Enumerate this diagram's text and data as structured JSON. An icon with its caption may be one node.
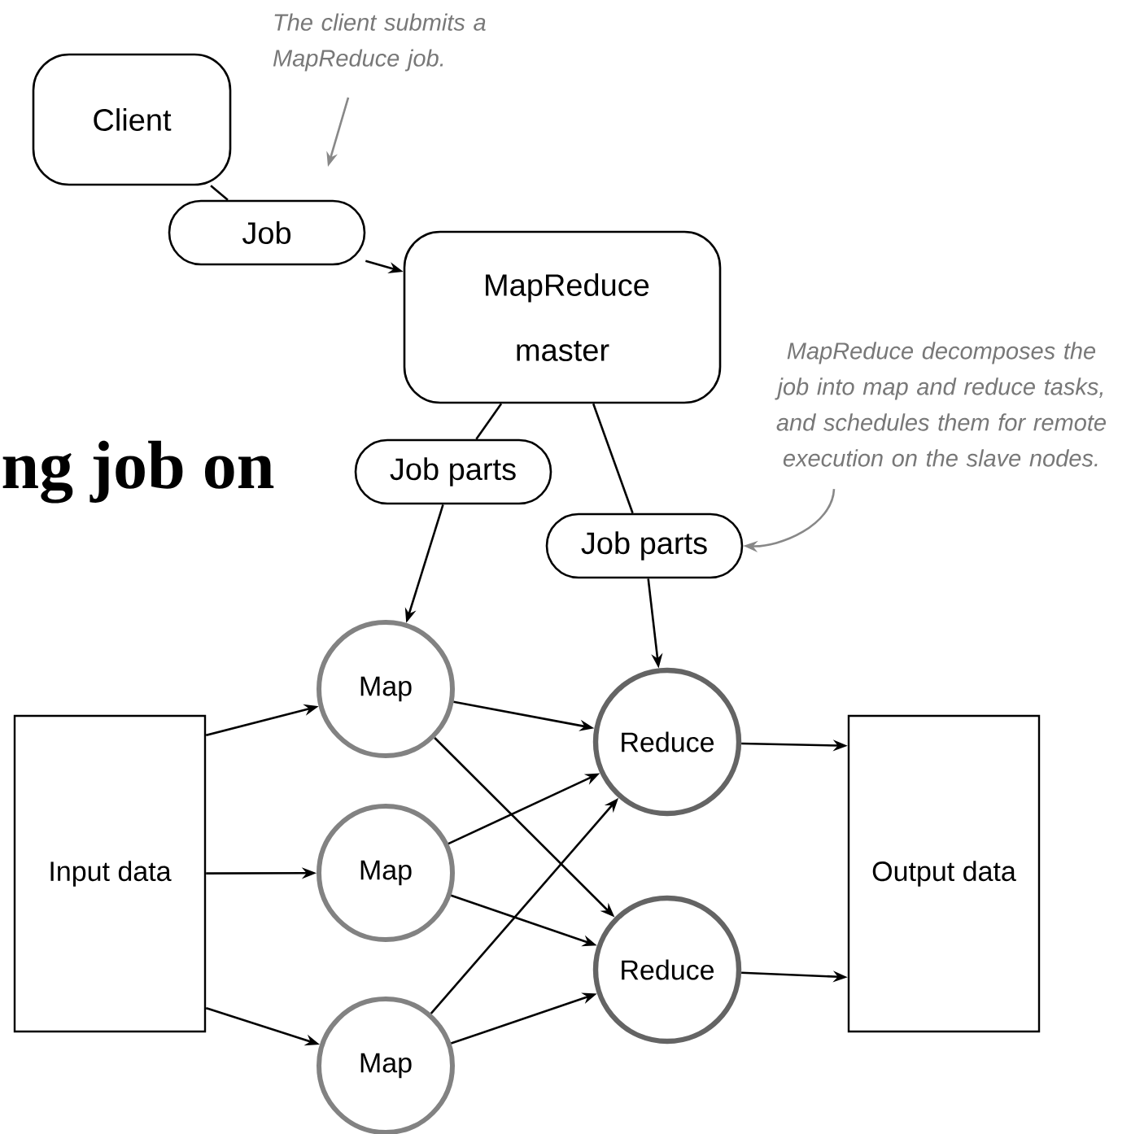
{
  "diagram": {
    "nodes": [
      {
        "text": [
          "Client"
        ]
      },
      {
        "text": [
          "Job"
        ]
      },
      {
        "text": [
          "MapReduce master"
        ]
      },
      {
        "text": [
          "Job parts"
        ]
      },
      {
        "text": [
          "Job parts"
        ]
      },
      {
        "text": [
          "Map"
        ]
      },
      {
        "text": [
          "Map"
        ]
      },
      {
        "text": [
          "Map"
        ]
      },
      {
        "text": [
          "Reduce"
        ]
      },
      {
        "text": [
          "Reduce"
        ]
      },
      {
        "text": [
          "Input data"
        ]
      },
      {
        "text": [
          "Output data"
        ]
      },
      {
        "text": [
          "The client submits a MapReduce job."
        ]
      },
      {
        "text": [
          "MapReduce decomposes the job into map and reduce tasks, and schedules them for remote execution on the slave nodes."
        ]
      }
    ],
    "edges": [
      {
        "from": 0,
        "to": 1,
        "arrow": "none"
      },
      {
        "from": 1,
        "to": 2,
        "arrow": "to"
      },
      {
        "from": 2,
        "to": 3,
        "arrow": "none"
      },
      {
        "from": 3,
        "to": 5,
        "arrow": "to"
      },
      {
        "from": 2,
        "to": 4,
        "arrow": "none"
      },
      {
        "from": 4,
        "to": 8,
        "arrow": "to"
      },
      {
        "from": 10,
        "to": 5,
        "arrow": "to"
      },
      {
        "from": 10,
        "to": 6,
        "arrow": "to"
      },
      {
        "from": 10,
        "to": 7,
        "arrow": "to"
      },
      {
        "from": 5,
        "to": 8,
        "arrow": "to"
      },
      {
        "from": 5,
        "to": 9,
        "arrow": "to"
      },
      {
        "from": 6,
        "to": 8,
        "arrow": "to"
      },
      {
        "from": 6,
        "to": 9,
        "arrow": "to"
      },
      {
        "from": 7,
        "to": 8,
        "arrow": "to"
      },
      {
        "from": 7,
        "to": 9,
        "arrow": "to"
      },
      {
        "from": 8,
        "to": 11,
        "arrow": "to"
      },
      {
        "from": 9,
        "to": 11,
        "arrow": "to"
      },
      {
        "from": 12,
        "to": null,
        "arrow": "to",
        "color": "#888888"
      },
      {
        "from": 13,
        "to": 4,
        "arrow": "to",
        "color": "#888888"
      }
    ],
    "labels": [
      "ng job on"
    ]
  }
}
